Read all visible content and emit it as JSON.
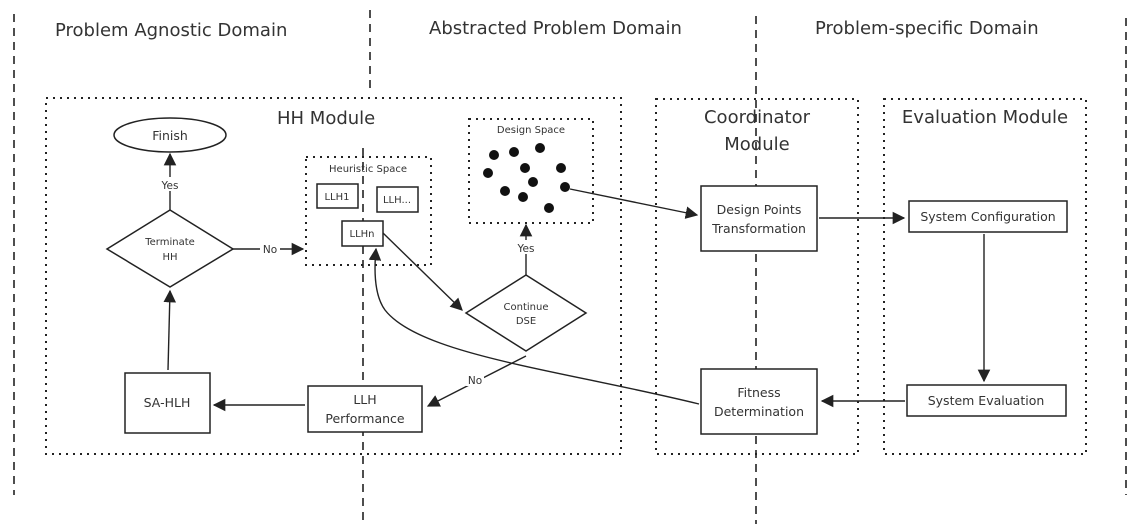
{
  "domains": [
    {
      "label": "Problem Agnostic Domain"
    },
    {
      "label": "Abstracted Problem Domain"
    },
    {
      "label": "Problem-specific Domain"
    }
  ],
  "modules": {
    "hh": "HH Module",
    "coordinator_line1": "Coordinator",
    "coordinator_line2": "Module",
    "evaluation": "Evaluation Module"
  },
  "nodes": {
    "finish": "Finish",
    "terminate_line1": "Terminate",
    "terminate_line2": "HH",
    "heuristic_space": "Heuristic Space",
    "llh1": "LLH1",
    "llh_more": "LLH...",
    "llhn": "LLHn",
    "design_space": "Design Space",
    "continue_line1": "Continue",
    "continue_line2": "DSE",
    "sa_hlh": "SA-HLH",
    "llh_perf_line1": "LLH",
    "llh_perf_line2": "Performance",
    "dpt_line1": "Design Points",
    "dpt_line2": "Transformation",
    "fitness_line1": "Fitness",
    "fitness_line2": "Determination",
    "sys_config": "System Configuration",
    "sys_eval": "System Evaluation"
  },
  "edge_labels": {
    "yes_finish": "Yes",
    "no_terminate": "No",
    "yes_continue": "Yes",
    "no_continue": "No"
  }
}
